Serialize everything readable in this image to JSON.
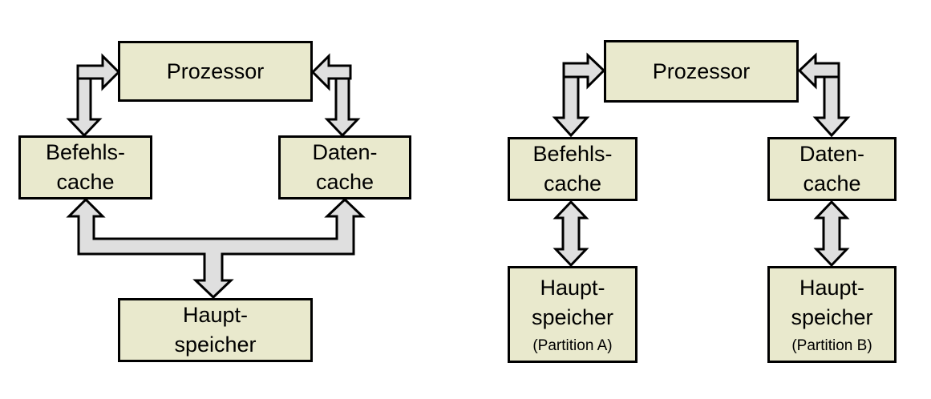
{
  "colors": {
    "background": "#ffffff",
    "box_fill": "#e9e9cd",
    "box_border": "#000000",
    "arrow_fill": "#dfdfdf",
    "arrow_outline": "#000000",
    "text": "#000000"
  },
  "left_diagram": {
    "processor_label": "Prozessor",
    "instruction_cache_line1": "Befehls-",
    "instruction_cache_line2": "cache",
    "data_cache_line1": "Daten-",
    "data_cache_line2": "cache",
    "main_memory_line1": "Haupt-",
    "main_memory_line2": "speicher"
  },
  "right_diagram": {
    "processor_label": "Prozessor",
    "instruction_cache_line1": "Befehls-",
    "instruction_cache_line2": "cache",
    "data_cache_line1": "Daten-",
    "data_cache_line2": "cache",
    "main_memory_a_line1": "Haupt-",
    "main_memory_a_line2": "speicher",
    "main_memory_a_line3": "(Partition A)",
    "main_memory_b_line1": "Haupt-",
    "main_memory_b_line2": "speicher",
    "main_memory_b_line3": "(Partition B)"
  }
}
